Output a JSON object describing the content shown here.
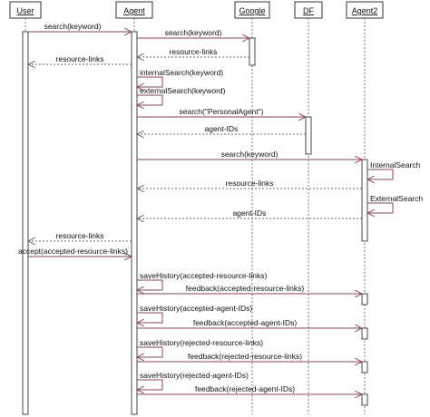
{
  "participants": [
    {
      "id": "user",
      "label": "User"
    },
    {
      "id": "agent",
      "label": "Agent"
    },
    {
      "id": "google",
      "label": "Google"
    },
    {
      "id": "df",
      "label": "DF"
    },
    {
      "id": "agent2",
      "label": "Agent2"
    }
  ],
  "messages": [
    {
      "from": "user",
      "to": "agent",
      "label": "search(keyword)",
      "kind": "call"
    },
    {
      "from": "agent",
      "to": "google",
      "label": "search(keyword)",
      "kind": "call"
    },
    {
      "from": "google",
      "to": "agent",
      "label": "resource-links",
      "kind": "return"
    },
    {
      "from": "agent",
      "to": "user",
      "label": "resource-links",
      "kind": "return"
    },
    {
      "from": "agent",
      "to": "agent",
      "label": "internalSearch(keyword)",
      "kind": "self"
    },
    {
      "from": "agent",
      "to": "agent",
      "label": "externalSearch(keyword)",
      "kind": "self"
    },
    {
      "from": "agent",
      "to": "df",
      "label": "search(\"PersonalAgent\")",
      "kind": "call"
    },
    {
      "from": "df",
      "to": "agent",
      "label": "agent-IDs",
      "kind": "return"
    },
    {
      "from": "agent",
      "to": "agent2",
      "label": "search(keyword)",
      "kind": "call"
    },
    {
      "from": "agent2",
      "to": "agent2",
      "label": "InternalSearch",
      "kind": "self"
    },
    {
      "from": "agent2",
      "to": "agent",
      "label": "resource-links",
      "kind": "return"
    },
    {
      "from": "agent2",
      "to": "agent2",
      "label": "ExternalSearch",
      "kind": "self"
    },
    {
      "from": "agent2",
      "to": "agent",
      "label": "agent-IDs",
      "kind": "return"
    },
    {
      "from": "agent",
      "to": "user",
      "label": "resource-links",
      "kind": "return"
    },
    {
      "from": "user",
      "to": "agent",
      "label": "accept(accepted-resource-links)",
      "kind": "call"
    },
    {
      "from": "agent",
      "to": "agent",
      "label": "saveHistory(accepted-resource-links)",
      "kind": "self"
    },
    {
      "from": "agent",
      "to": "agent2",
      "label": "feedback(accepted-resource-links)",
      "kind": "call"
    },
    {
      "from": "agent",
      "to": "agent",
      "label": "saveHistory(accepted-agent-IDs)",
      "kind": "self"
    },
    {
      "from": "agent",
      "to": "agent2",
      "label": "feedback(accepted-agent-IDs)",
      "kind": "call"
    },
    {
      "from": "agent",
      "to": "agent",
      "label": "saveHistory(rejected-resource-links)",
      "kind": "self"
    },
    {
      "from": "agent",
      "to": "agent2",
      "label": "feedback(rejected-resource-links)",
      "kind": "call"
    },
    {
      "from": "agent",
      "to": "agent",
      "label": "saveHistory(rejected-agent-IDs)",
      "kind": "self"
    },
    {
      "from": "agent",
      "to": "agent2",
      "label": "feedback(rejected-agent-IDs)",
      "kind": "call"
    }
  ],
  "colors": {
    "call_arrow": "#8a4a5a",
    "return_arrow": "#666666",
    "lifeline": "#555555",
    "box_border": "#333333",
    "text": "#111111"
  }
}
